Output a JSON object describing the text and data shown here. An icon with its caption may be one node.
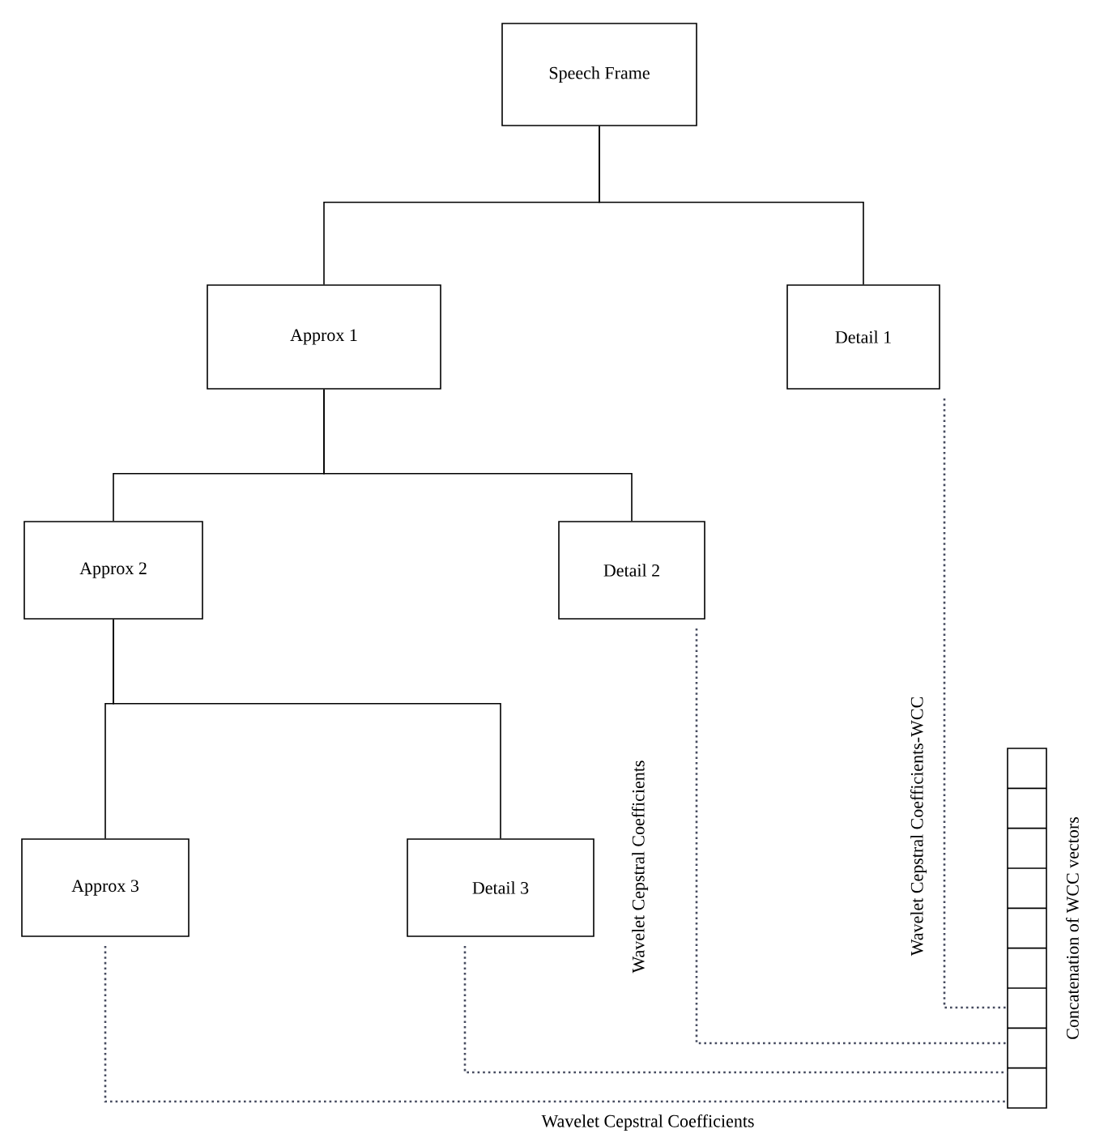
{
  "diagram": {
    "nodes": [
      {
        "text": [
          "Speech Frame"
        ]
      },
      {
        "text": [
          "Approx 1"
        ]
      },
      {
        "text": [
          "Detail 1"
        ]
      },
      {
        "text": [
          "Approx 2"
        ]
      },
      {
        "text": [
          "Detail 2"
        ]
      },
      {
        "text": [
          "Approx 3"
        ]
      },
      {
        "text": [
          "Detail 3"
        ]
      },
      {
        "text": [
          "Concatenation of WCC vectors"
        ]
      }
    ],
    "edges": [
      {
        "from": 0,
        "to": 1,
        "arrow": "none"
      },
      {
        "from": 0,
        "to": 2,
        "arrow": "none"
      },
      {
        "from": 1,
        "to": 3,
        "arrow": "none"
      },
      {
        "from": 1,
        "to": 4,
        "arrow": "none"
      },
      {
        "from": 3,
        "to": 5,
        "arrow": "none"
      },
      {
        "from": 3,
        "to": 6,
        "arrow": "none"
      },
      {
        "from": 2,
        "to": 7,
        "arrow": "none",
        "style": "dashed",
        "color": "#464b5f",
        "label": "Wavelet Cepstral Coefficients-WCC"
      },
      {
        "from": 4,
        "to": 7,
        "arrow": "none",
        "style": "dashed",
        "color": "#464b5f",
        "label": "Wavelet Cepstral Coefficients"
      },
      {
        "from": 6,
        "to": 7,
        "arrow": "none",
        "style": "dashed",
        "color": "#464b5f"
      },
      {
        "from": 5,
        "to": 7,
        "arrow": "none",
        "style": "dashed",
        "color": "#464b5f",
        "label": "Wavelet Cepstral Coefficients"
      }
    ]
  }
}
